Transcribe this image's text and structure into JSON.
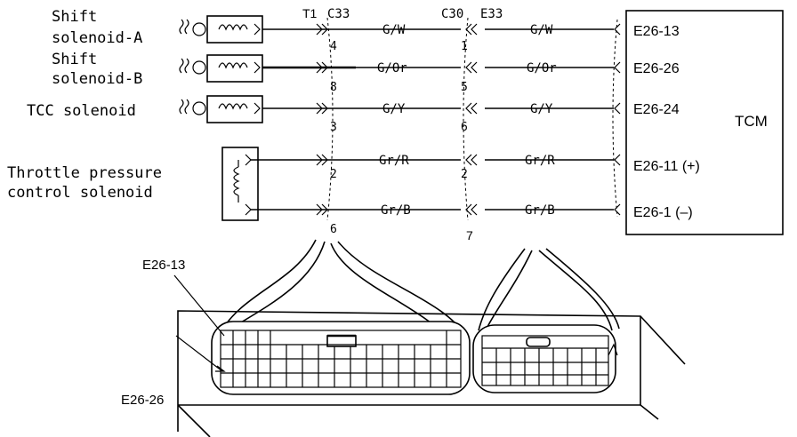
{
  "components": {
    "shift_a_line1": "Shift",
    "shift_a_line2": "solenoid-A",
    "shift_b_line1": "Shift",
    "shift_b_line2": "solenoid-B",
    "tcc": "TCC solenoid",
    "throttle_line1": "Throttle pressure",
    "throttle_line2": "control solenoid",
    "tcm": "TCM"
  },
  "connectors": {
    "t1": "T1",
    "c33": "C33",
    "c30": "C30",
    "e33": "E33"
  },
  "wires": [
    {
      "color_left": "G/W",
      "color_right": "G/W",
      "pin_a": "4",
      "pin_b": "1",
      "terminal": "E26-13"
    },
    {
      "color_left": "G/Or",
      "color_right": "G/Or",
      "pin_a": "8",
      "pin_b": "5",
      "terminal": "E26-26"
    },
    {
      "color_left": "G/Y",
      "color_right": "G/Y",
      "pin_a": "3",
      "pin_b": "6",
      "terminal": "E26-24"
    },
    {
      "color_left": "Gr/R",
      "color_right": "Gr/R",
      "pin_a": "2",
      "pin_b": "2",
      "terminal": "E26-11 (+)"
    },
    {
      "color_left": "Gr/B",
      "color_right": "Gr/B",
      "pin_a": "",
      "pin_b": "",
      "terminal": "E26-1 (–)"
    }
  ],
  "connector_numbers": {
    "left": "6",
    "right": "7"
  },
  "bottom_labels": {
    "top": "E26-13",
    "bottom": "E26-26"
  }
}
